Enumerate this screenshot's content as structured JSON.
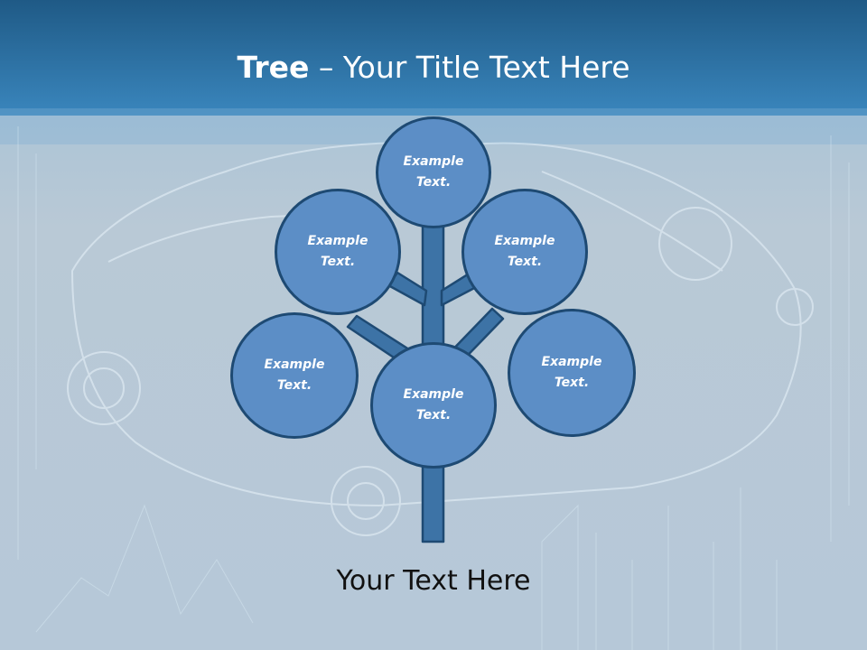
{
  "slide": {
    "title_bold": "Tree",
    "title_rest": " – Your Title Text Here",
    "footer_text": "Your Text Here"
  },
  "nodes": [
    {
      "label": "Example Text."
    },
    {
      "label": "Example Text."
    },
    {
      "label": "Example Text."
    },
    {
      "label": "Example Text."
    },
    {
      "label": "Example Text."
    },
    {
      "label": "Example Text."
    }
  ],
  "colors": {
    "header_top": "#1f5a86",
    "header_bottom": "#3a86bd",
    "background": "#b7c9d8",
    "node_fill": "#5c8ec6",
    "node_border": "#1e4a73",
    "trunk_fill": "#3d73a6"
  }
}
